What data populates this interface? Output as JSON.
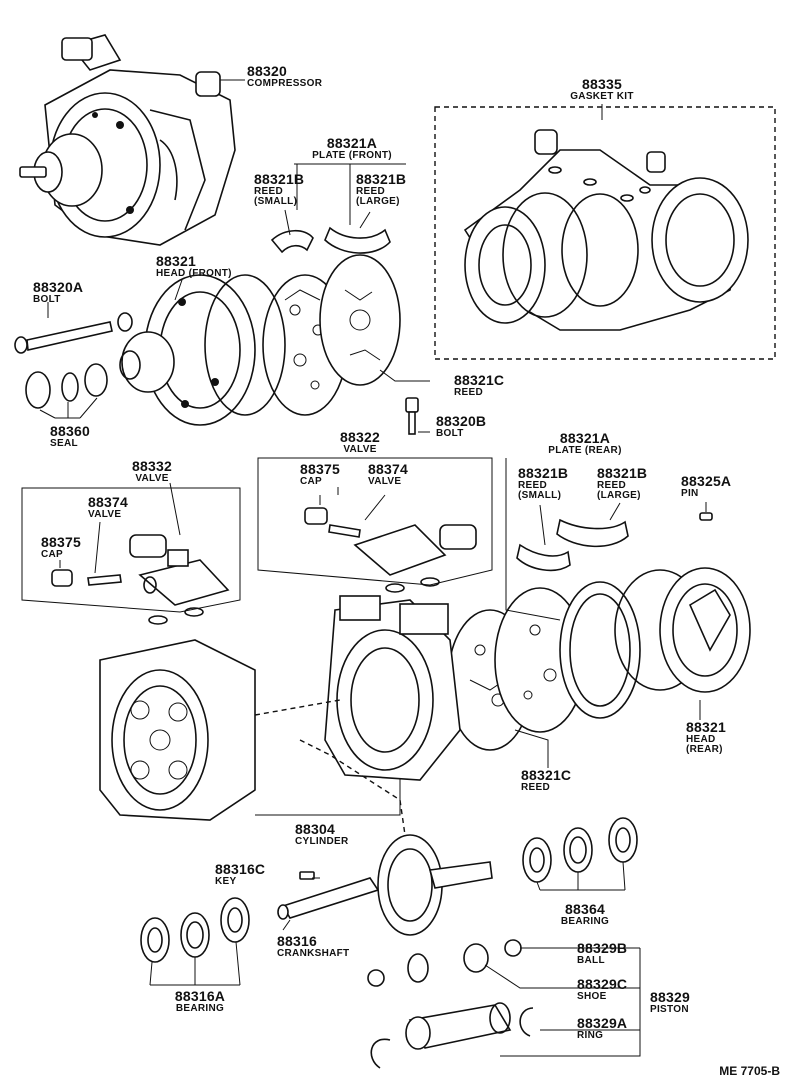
{
  "parts": [
    {
      "id": "compressor",
      "number": "88320",
      "name": "COMPRESSOR"
    },
    {
      "id": "gasket_kit",
      "number": "88335",
      "name": "GASKET KIT"
    },
    {
      "id": "plate_front",
      "number": "88321A",
      "name": "PLATE (FRONT)"
    },
    {
      "id": "reed_small_front",
      "number": "88321B",
      "name": "REED (SMALL)"
    },
    {
      "id": "reed_large_front",
      "number": "88321B",
      "name": "REED (LARGE)"
    },
    {
      "id": "head_front",
      "number": "88321",
      "name": "HEAD (FRONT)"
    },
    {
      "id": "bolt_long",
      "number": "88320A",
      "name": "BOLT"
    },
    {
      "id": "reed_front",
      "number": "88321C",
      "name": "REED"
    },
    {
      "id": "bolt_short",
      "number": "88320B",
      "name": "BOLT"
    },
    {
      "id": "seal",
      "number": "88360",
      "name": "SEAL"
    },
    {
      "id": "valve_rear",
      "number": "88322",
      "name": "VALVE"
    },
    {
      "id": "cap_rear",
      "number": "88375",
      "name": "CAP"
    },
    {
      "id": "valve_small_rear",
      "number": "88374",
      "name": "VALVE"
    },
    {
      "id": "valve_front",
      "number": "88332",
      "name": "VALVE"
    },
    {
      "id": "valve_small_front",
      "number": "88374",
      "name": "VALVE"
    },
    {
      "id": "cap_front",
      "number": "88375",
      "name": "CAP"
    },
    {
      "id": "plate_rear",
      "number": "88321A",
      "name": "PLATE (REAR)"
    },
    {
      "id": "reed_small_rear",
      "number": "88321B",
      "name": "REED (SMALL)"
    },
    {
      "id": "reed_large_rear",
      "number": "88321B",
      "name": "REED (LARGE)"
    },
    {
      "id": "pin",
      "number": "88325A",
      "name": "PIN"
    },
    {
      "id": "head_rear",
      "number": "88321",
      "name": "HEAD (REAR)"
    },
    {
      "id": "reed_rear",
      "number": "88321C",
      "name": "REED"
    },
    {
      "id": "cylinder",
      "number": "88304",
      "name": "CYLINDER"
    },
    {
      "id": "key",
      "number": "88316C",
      "name": "KEY"
    },
    {
      "id": "bearing_rear",
      "number": "88364",
      "name": "BEARING"
    },
    {
      "id": "crankshaft",
      "number": "88316",
      "name": "CRANKSHAFT"
    },
    {
      "id": "ball",
      "number": "88329B",
      "name": "BALL"
    },
    {
      "id": "shoe",
      "number": "88329C",
      "name": "SHOE"
    },
    {
      "id": "piston",
      "number": "88329",
      "name": "PISTON"
    },
    {
      "id": "ring",
      "number": "88329A",
      "name": "RING"
    },
    {
      "id": "bearing_front",
      "number": "88316A",
      "name": "BEARING"
    }
  ],
  "reference_code": "ME 7705-B"
}
